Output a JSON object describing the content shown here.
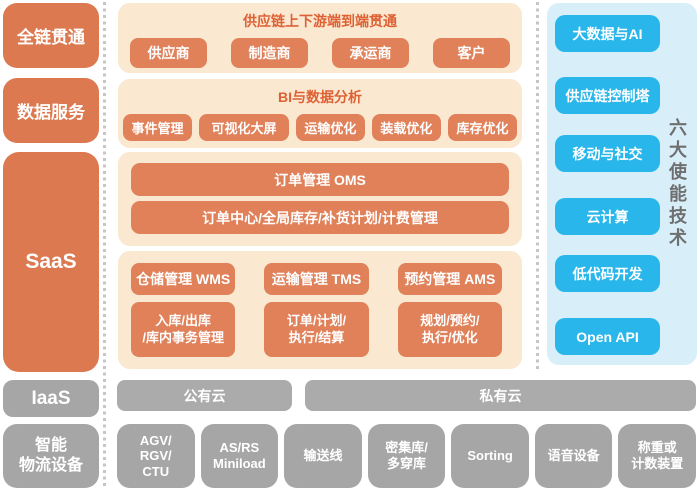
{
  "left_column": {
    "items": [
      {
        "label": "全链贯通"
      },
      {
        "label": "数据服务"
      },
      {
        "label": "SaaS"
      },
      {
        "label": "IaaS"
      },
      {
        "label": "智能\n物流设备"
      }
    ]
  },
  "main": {
    "supply_chain_panel": {
      "title": "供应链上下游端到端贯通",
      "buttons": [
        "供应商",
        "制造商",
        "承运商",
        "客户"
      ]
    },
    "bi_panel": {
      "title": "BI与数据分析",
      "buttons": [
        "事件管理",
        "可视化大屏",
        "运输优化",
        "装载优化",
        "库存优化"
      ]
    },
    "oms_panel": {
      "bars": [
        "订单管理 OMS",
        "订单中心/全局库存/补货计划/计费管理"
      ]
    },
    "execution_panel": {
      "systems": [
        "仓储管理 WMS",
        "运输管理 TMS",
        "预约管理 AMS"
      ],
      "functions": [
        "入库/出库\n/库内事务管理",
        "订单/计划/\n执行/结算",
        "规划/预约/\n执行/优化"
      ]
    }
  },
  "right_panel": {
    "vertical_label": "六大使能技术",
    "buttons": [
      "大数据与AI",
      "供应链控制塔",
      "移动与社交",
      "云计算",
      "低代码开发",
      "Open API"
    ]
  },
  "infrastructure": {
    "public_cloud": "公有云",
    "private_cloud": "私有云"
  },
  "devices": [
    "AGV/\nRGV/\nCTU",
    "AS/RS\nMiniload",
    "输送线",
    "密集库/\n多穿库",
    "Sorting",
    "语音设备",
    "称重或\n计数装置"
  ],
  "colors": {
    "orange_box": "#DC7950",
    "orange_button": "#E0815A",
    "panel_bg": "#FAE8D1",
    "panel_title_text": "#DE6134",
    "blue_button": "#29B6EA",
    "blue_panel_bg": "#D8EFFA",
    "gray_box": "#A6A6A6",
    "gray_bar": "#ABABAB",
    "vertical_label_text": "#6F6F6F"
  }
}
